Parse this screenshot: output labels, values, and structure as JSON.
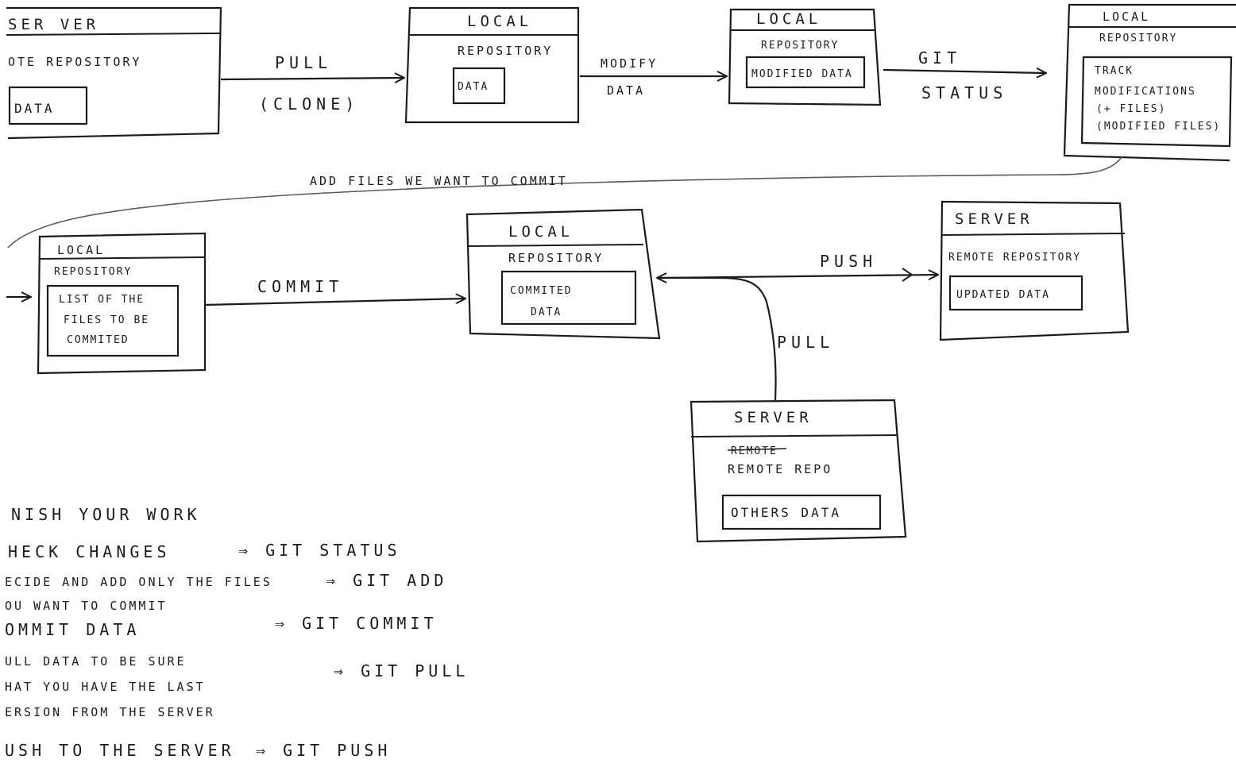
{
  "boxes": {
    "server1": {
      "header": "SER VER",
      "subtitle": "OTE REPOSITORY",
      "data": "DATA"
    },
    "local1": {
      "header": "LOCAL",
      "subtitle": "REPOSITORY",
      "data": "DATA"
    },
    "local2": {
      "header": "LOCAL",
      "subtitle": "REPOSITORY",
      "data": "MODIFIED DATA"
    },
    "local3": {
      "header": "LOCAL",
      "subtitle": "REPOSITORY",
      "data": [
        "TRACK",
        "MODIFICATIONS",
        "(+ FILES)",
        "(MODIFIED FILES)"
      ]
    },
    "local4": {
      "header": "LOCAL",
      "subtitle": "REPOSITORY",
      "data": [
        "LIST OF THE",
        "FILES TO BE",
        "COMMITED"
      ]
    },
    "local5": {
      "header": "LOCAL",
      "subtitle": "REPOSITORY",
      "data": [
        "COMMITED",
        "DATA"
      ]
    },
    "server2": {
      "header": "SERVER",
      "subtitle": "REMOTE REPOSITORY",
      "data": "UPDATED DATA"
    },
    "server3": {
      "header": "SERVER",
      "struck": "REMOTE",
      "subtitle": "REMOTE REPO",
      "data": "OTHERS DATA"
    }
  },
  "arrows": {
    "pull_clone": [
      "PULL",
      "(CLONE)"
    ],
    "modify_data": [
      "MODIFY",
      "DATA"
    ],
    "git_status": [
      "GIT",
      "STATUS"
    ],
    "add_files": "ADD FILES WE WANT TO COMMIT",
    "commit": "COMMIT",
    "push": "PUSH",
    "pull": "PULL"
  },
  "notes": [
    {
      "text": "NISH YOUR WORK",
      "cmd": ""
    },
    {
      "text": "HECK CHANGES",
      "cmd": "GIT STATUS"
    },
    {
      "text": "ECIDE AND ADD ONLY THE FILES",
      "cmd": "GIT ADD"
    },
    {
      "text": "OU WANT TO COMMIT",
      "cmd": ""
    },
    {
      "text": "OMMIT DATA",
      "cmd": "GIT COMMIT"
    },
    {
      "text": "ULL DATA TO BE SURE",
      "cmd": "GIT PULL"
    },
    {
      "text": "HAT YOU HAVE THE LAST",
      "cmd": ""
    },
    {
      "text": "ERSION FROM THE SERVER",
      "cmd": ""
    },
    {
      "text": "USH TO THE SERVER",
      "cmd": "GIT PUSH"
    }
  ]
}
